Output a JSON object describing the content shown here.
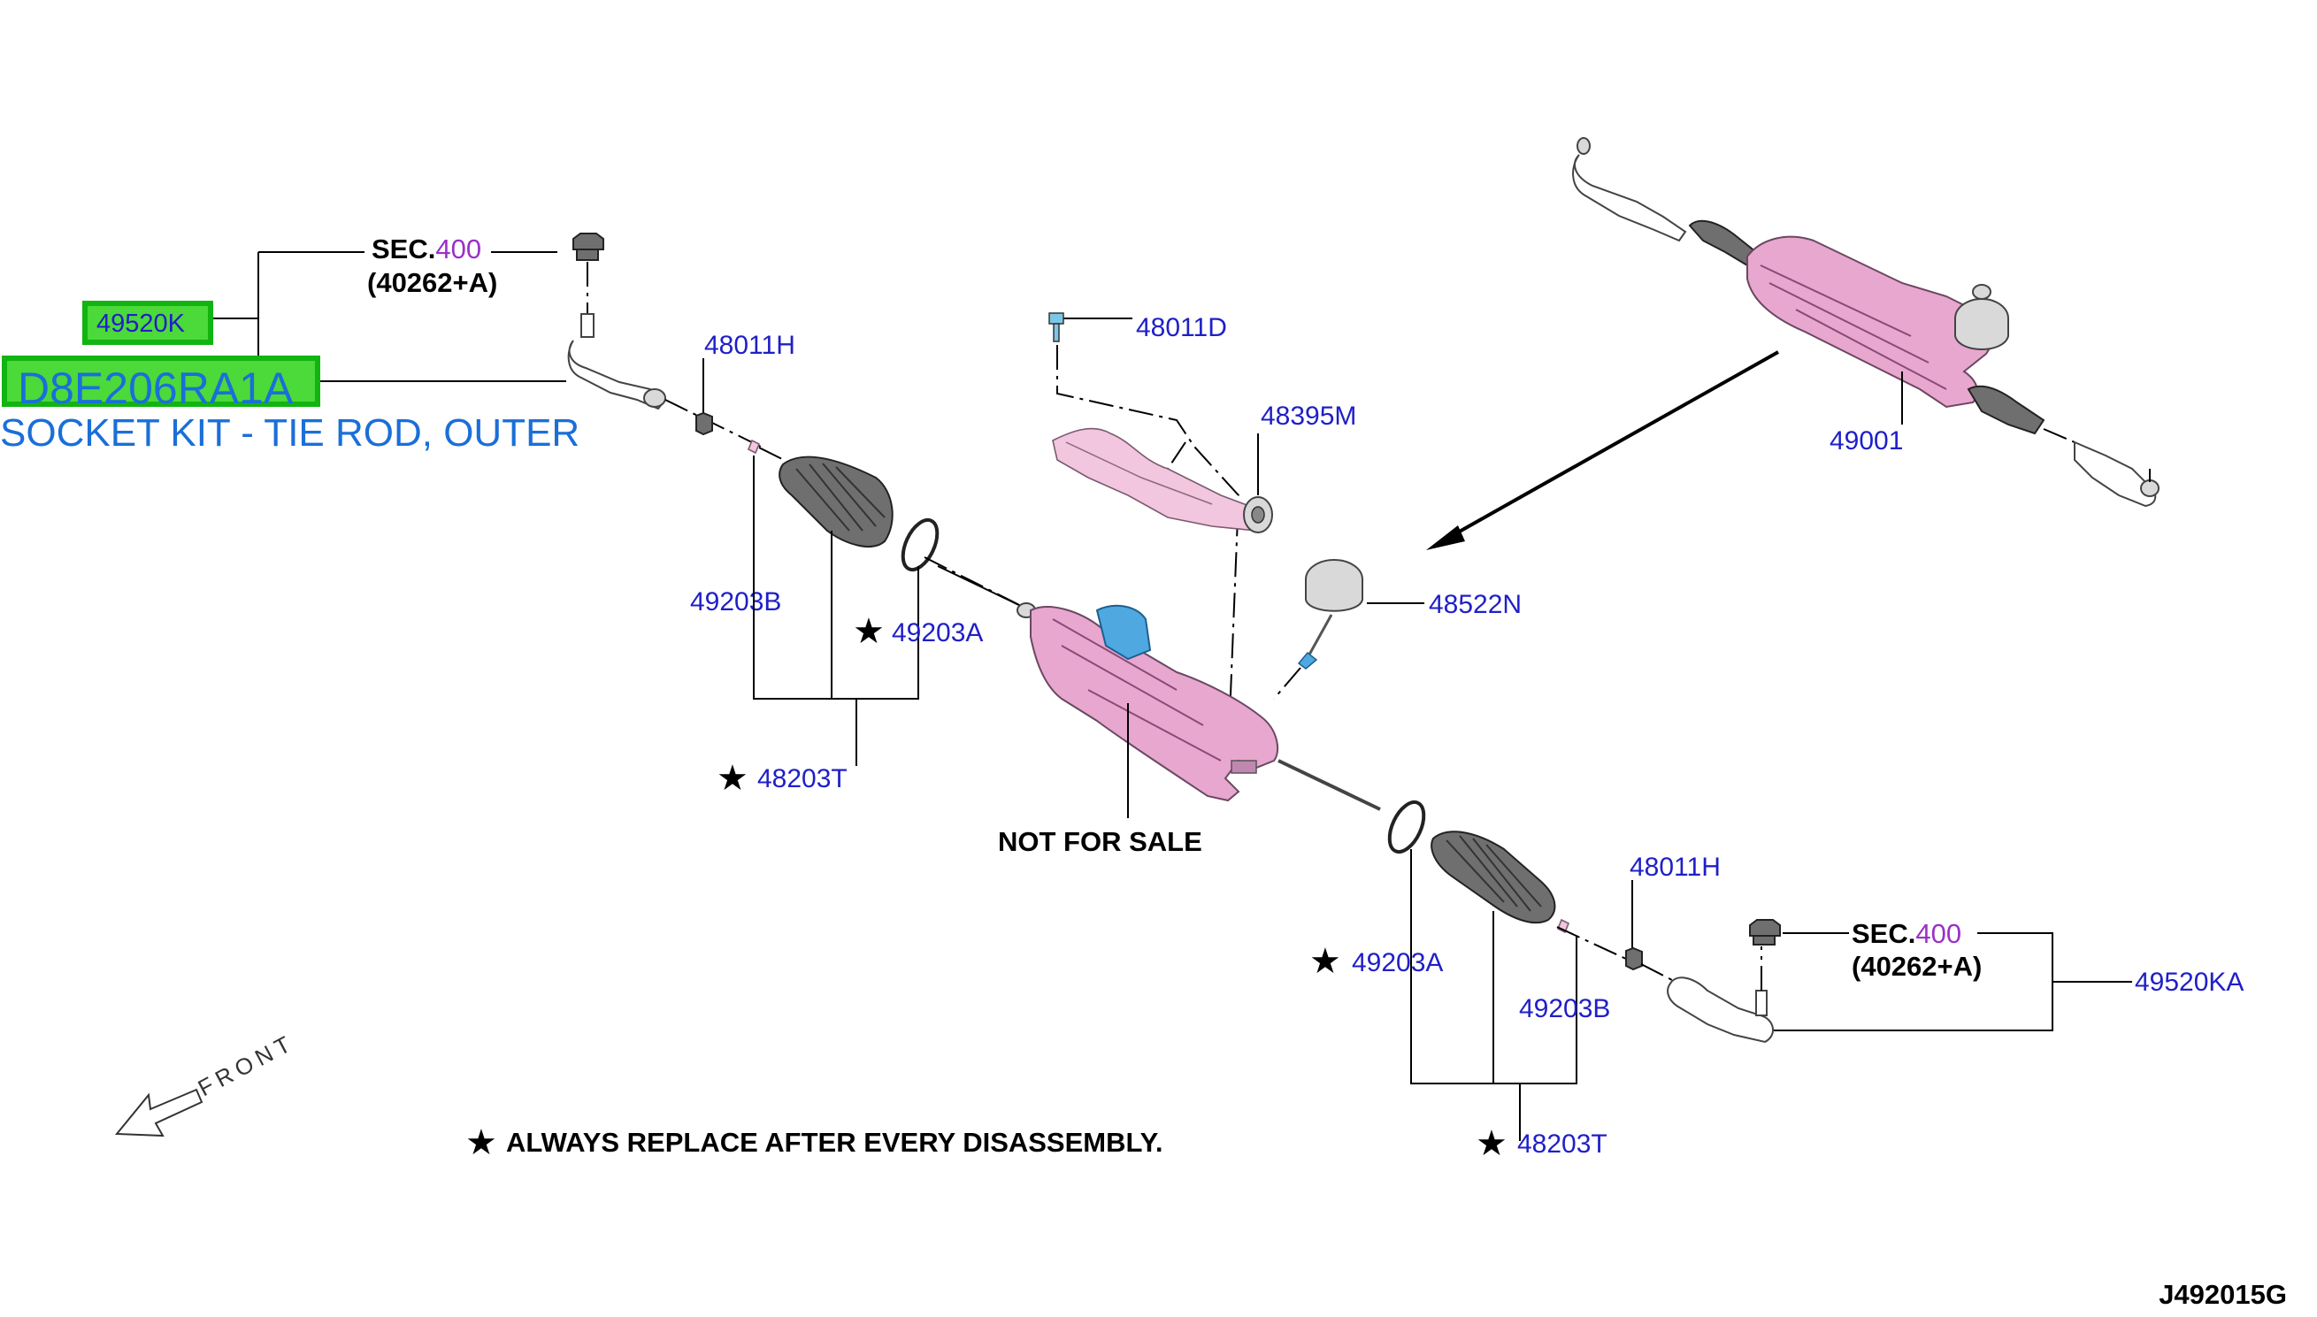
{
  "highlight": {
    "part_code": "D8E206RA1A",
    "part_ref": "49520K",
    "description": "SOCKET KIT - TIE ROD, OUTER"
  },
  "callouts": {
    "sec_prefix": "SEC.",
    "sec_num": "400",
    "sec_sub": "(40262+A)",
    "p48011H": "48011H",
    "p48011D": "48011D",
    "p48395M": "48395M",
    "p49001": "49001",
    "p48522N": "48522N",
    "p49203B": "49203B",
    "p49203A": "49203A",
    "p48203T": "48203T",
    "p49520KA": "49520KA",
    "not_for_sale": "NOT FOR SALE",
    "front": "FRONT"
  },
  "note": "ALWAYS REPLACE AFTER EVERY DISASSEMBLY.",
  "figure_id": "J492015G",
  "colors": {
    "callout_blue": "#1f1fc8",
    "section_purple": "#9b30c8",
    "highlight_green": "#4cd93a",
    "part_pink": "#e8a7cf"
  }
}
